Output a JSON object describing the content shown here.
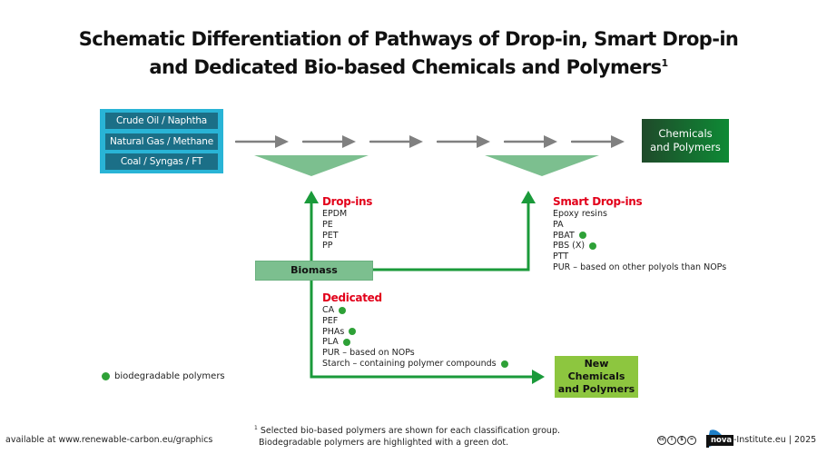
{
  "title": {
    "line1": "Schematic Differentiation of Pathways of Drop-in, Smart Drop-in",
    "line2": "and Dedicated Bio-based Chemicals and Polymers",
    "footnote_marker": "1"
  },
  "feedstocks": [
    {
      "label": "Crude Oil / Naphtha"
    },
    {
      "label": "Natural Gas / Methane"
    },
    {
      "label": "Coal / Syngas / FT"
    }
  ],
  "colors": {
    "feedstock_bg": "#29b4d6",
    "feedstock_item": "#1b6f87",
    "flow_arrow": "#808080",
    "funnel": "#7cbf8f",
    "pathway_line": "#1a9a3a",
    "group_title": "#e2001a",
    "biodegradable_dot": "#2ea137",
    "new_products_bg": "#8dc63f"
  },
  "products": {
    "label_line1": "Chemicals",
    "label_line2": "and Polymers"
  },
  "biomass": {
    "label": "Biomass"
  },
  "groups": {
    "drop_ins": {
      "title": "Drop-ins",
      "items": [
        {
          "label": "EPDM",
          "biodegradable": false
        },
        {
          "label": "PE",
          "biodegradable": false
        },
        {
          "label": "PET",
          "biodegradable": false
        },
        {
          "label": "PP",
          "biodegradable": false
        }
      ]
    },
    "smart_drop_ins": {
      "title": "Smart Drop-ins",
      "items": [
        {
          "label": "Epoxy resins",
          "biodegradable": false
        },
        {
          "label": "PA",
          "biodegradable": false
        },
        {
          "label": "PBAT",
          "biodegradable": true
        },
        {
          "label": "PBS (X)",
          "biodegradable": true
        },
        {
          "label": "PTT",
          "biodegradable": false
        },
        {
          "label": "PUR – based on other polyols than NOPs",
          "biodegradable": false
        }
      ]
    },
    "dedicated": {
      "title": "Dedicated",
      "items": [
        {
          "label": "CA",
          "biodegradable": true
        },
        {
          "label": "PEF",
          "biodegradable": false
        },
        {
          "label": "PHAs",
          "biodegradable": true
        },
        {
          "label": "PLA",
          "biodegradable": true
        },
        {
          "label": "PUR – based on NOPs",
          "biodegradable": false
        },
        {
          "label": "Starch – containing polymer compounds",
          "biodegradable": true
        }
      ]
    }
  },
  "new_products": {
    "label_line1": "New Chemicals",
    "label_line2": "and Polymers"
  },
  "legend": {
    "label": "biodegradable polymers"
  },
  "source": {
    "text": "available at www.renewable-carbon.eu/graphics"
  },
  "footnote": {
    "marker": "1",
    "line1": "Selected bio-based polymers are shown for each classification group.",
    "line2": "Biodegradable polymers are highlighted with a green dot."
  },
  "brand": {
    "license_icons": [
      "cc",
      "by",
      "nc",
      "nd"
    ],
    "logo_word": "nova",
    "suffix": "-Institute.eu | 2025"
  }
}
